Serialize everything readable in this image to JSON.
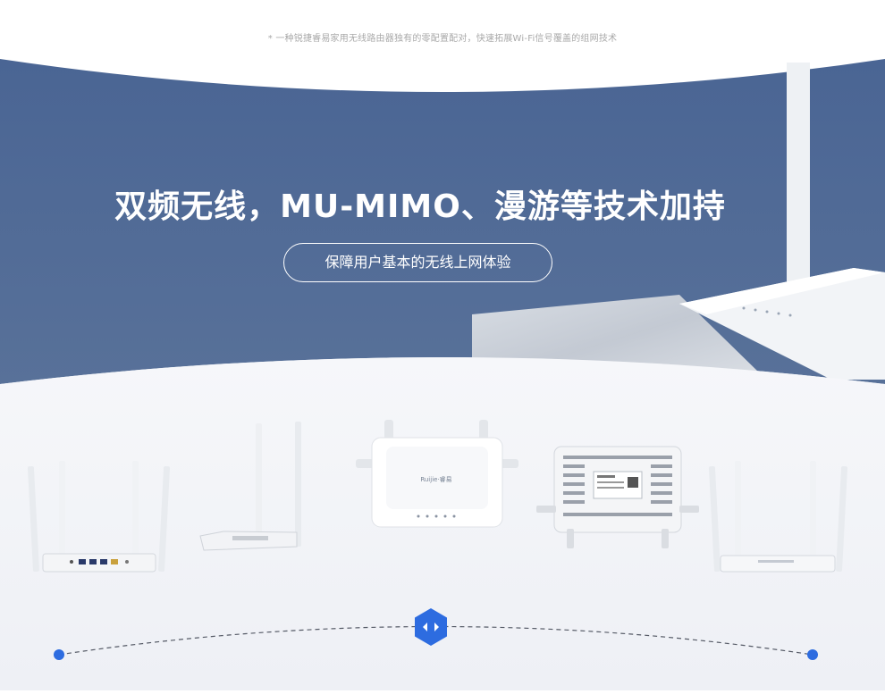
{
  "footnote": "* 一种锐捷睿易家用无线路由器独有的零配置配对，快速拓展Wi-Fi信号覆盖的组网技术",
  "hero": {
    "title": "双频无线，MU-MIMO、漫游等技术加持",
    "subtitle": "保障用户基本的无线上网体验"
  },
  "products": [
    {
      "view": "back"
    },
    {
      "view": "side"
    },
    {
      "view": "top",
      "brand_text": "Ruijie·睿易"
    },
    {
      "view": "bottom"
    },
    {
      "view": "front"
    }
  ],
  "colors": {
    "hero_blue": "#4f6b98",
    "accent": "#2d6ce0",
    "lower_bg": "#f3f4f8"
  },
  "carousel": {
    "prev_icon": "chevron-left-icon",
    "next_icon": "chevron-right-icon"
  }
}
